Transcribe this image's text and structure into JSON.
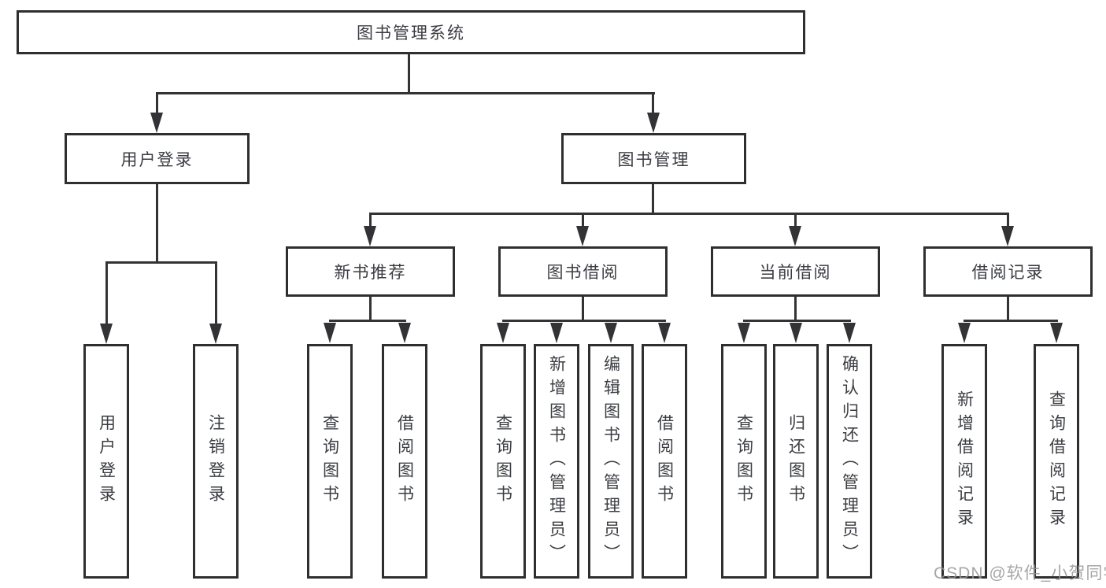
{
  "diagram_title": "图书管理系统",
  "tree": {
    "label": "图书管理系统",
    "children": [
      {
        "label": "用户登录",
        "children": [
          {
            "label": "用户登录"
          },
          {
            "label": "注销登录"
          }
        ]
      },
      {
        "label": "图书管理",
        "children": [
          {
            "label": "新书推荐",
            "children": [
              {
                "label": "查询图书"
              },
              {
                "label": "借阅图书"
              }
            ]
          },
          {
            "label": "图书借阅",
            "children": [
              {
                "label": "查询图书"
              },
              {
                "label": "新增图书（管理员）"
              },
              {
                "label": "编辑图书（管理员）"
              },
              {
                "label": "借阅图书"
              }
            ]
          },
          {
            "label": "当前借阅",
            "children": [
              {
                "label": "查询图书"
              },
              {
                "label": "归还图书"
              },
              {
                "label": "确认归还（管理员）"
              }
            ]
          },
          {
            "label": "借阅记录",
            "children": [
              {
                "label": "新增借阅记录"
              },
              {
                "label": "查询借阅记录"
              }
            ]
          }
        ]
      }
    ]
  },
  "watermark": {
    "text": "CSDN @软件_小贺同学"
  },
  "colors": {
    "line": "#333336",
    "box_border": "#2f2f2f",
    "text": "#3b3d42",
    "watermark": "#969698",
    "background": "#ffffff"
  }
}
